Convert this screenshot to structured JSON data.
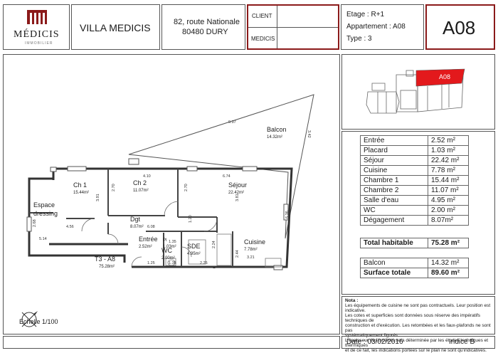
{
  "header": {
    "logo_text": "MÉDICIS",
    "logo_sub": "IMMOBILIER",
    "project_name": "VILLA MEDICIS",
    "address_line1": "82, route Nationale",
    "address_line2": "80480 DURY",
    "client_label": "CLIENT",
    "medicis_label": "MEDICIS",
    "floor": "Etage : R+1",
    "apartment": "Appartement : A08",
    "type": "Type : 3",
    "lot_code": "A08"
  },
  "locator": {
    "highlight_label": "A08",
    "highlight_color": "#e3191c"
  },
  "surfaces": [
    {
      "label": "Entrée",
      "value": "2.52 m²"
    },
    {
      "label": "Placard",
      "value": "1.03 m²"
    },
    {
      "label": "Séjour",
      "value": "22.42 m²"
    },
    {
      "label": "Cuisine",
      "value": "7.78 m²"
    },
    {
      "label": "Chambre 1",
      "value": "15.44 m²"
    },
    {
      "label": "Chambre 2",
      "value": "11.07 m²"
    },
    {
      "label": "Salle d'eau",
      "value": "4.95 m²"
    },
    {
      "label": "WC",
      "value": "2.00 m²"
    },
    {
      "label": "Dégagement",
      "value": "8.07m²"
    }
  ],
  "total_habitable": {
    "label": "Total habitable",
    "value": "75.28 m²"
  },
  "balcon": {
    "label": "Balcon",
    "value": "14.32 m²"
  },
  "surface_totale": {
    "label": "Surface totale",
    "value": "89.60 m²"
  },
  "notes": {
    "title": "Nota :",
    "lines": [
      "Les équipements de cuisine ne sont pas contractuels. Leur position est indicative.",
      "Les cotes et superficies sont données sous réserve des impératifs techniques de",
      "construction et d'exécution. Les retombées et les faux-plafonds ne sont pas",
      "systématiquement figurés.",
      "L'épaisseur des isolants sera déterminée par les études techniques et thermiques",
      "et de ce fait, les indications portées sur le plan ne sont qu'indicatives."
    ]
  },
  "footer": {
    "scale": "Echelle 1/100",
    "date": "Date : 03/02/2016",
    "index": "Indice B"
  },
  "plan": {
    "rooms": [
      {
        "name": "Ch 1",
        "area": "15.44m²"
      },
      {
        "name": "Ch 2",
        "area": "11.07m²"
      },
      {
        "name": "Séjour",
        "area": "22.42m²"
      },
      {
        "name": "Balcon",
        "area": "14.32m²"
      },
      {
        "name": "Espace",
        "area": ""
      },
      {
        "name": "dressing",
        "area": ""
      },
      {
        "name": "Dgt",
        "area": "8.07m²"
      },
      {
        "name": "Entrée",
        "area": "2.52m²"
      },
      {
        "name": "WC",
        "area": "2.00m²"
      },
      {
        "name": "SDE",
        "area": "4.95m²"
      },
      {
        "name": "Cuisine",
        "area": "7.78m²"
      },
      {
        "name": "Pl",
        "area": "1.03m²"
      }
    ],
    "unit_label": "T3 - A8",
    "unit_area": "75.28m²",
    "dims": [
      "9.97",
      "3.42",
      "4.10",
      "6.74",
      "2.70",
      "2.70",
      "3.91",
      "3.81",
      "6.36",
      "2.68",
      "5.14",
      "4.56",
      "6.08",
      "1.20",
      "1.35",
      "1.35",
      "2.24",
      "2.44",
      "3.21",
      "1.25",
      "2.25"
    ]
  }
}
